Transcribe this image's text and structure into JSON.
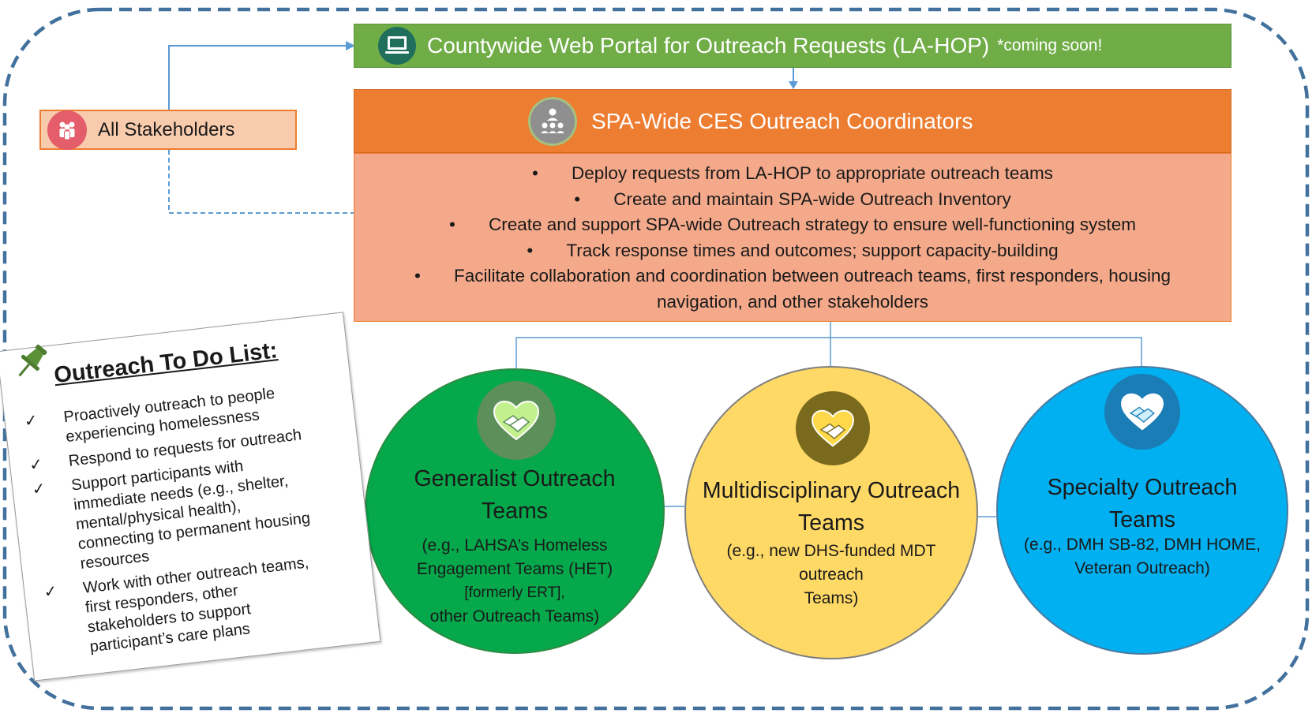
{
  "portal": {
    "title": "Countywide Web Portal for Outreach Requests (LA-HOP)",
    "note": "*coming soon!",
    "icon": "computer-icon",
    "color": "#70ad47"
  },
  "stakeholders": {
    "label": "All Stakeholders",
    "icon": "group-people-icon",
    "color": "#f8cbad"
  },
  "coordinators": {
    "title": "SPA-Wide CES Outreach Coordinators",
    "icon": "team-hierarchy-icon",
    "header_color": "#ed7d31",
    "body_color": "#f4a98a",
    "bullet": "•",
    "items": [
      "Deploy requests from LA-HOP to appropriate outreach teams",
      "Create and maintain SPA-wide Outreach Inventory",
      "Create and support SPA-wide Outreach strategy to ensure well-functioning system",
      "Track response times and outcomes; support capacity-building",
      "Facilitate collaboration and coordination between outreach teams, first responders, housing",
      "navigation, and other stakeholders"
    ]
  },
  "teams": [
    {
      "title_line1": "Generalist Outreach",
      "title_line2": "Teams",
      "desc_lines": [
        "(e.g., LAHSA’s Homeless",
        "Engagement Teams (HET)",
        "[formerly ERT],",
        "other Outreach Teams)"
      ],
      "color": "#05a84b",
      "icon": "handshake-heart-icon"
    },
    {
      "title_line1": "Multidisciplinary Outreach",
      "title_line2": "Teams",
      "desc_lines": [
        "(e.g., new DHS-funded MDT",
        "outreach",
        "Teams)"
      ],
      "color": "#ffd966",
      "icon": "handshake-heart-icon"
    },
    {
      "title_line1": "Specialty Outreach",
      "title_line2": "Teams",
      "desc_lines": [
        "(e.g., DMH SB-82, DMH HOME,",
        "Veteran Outreach)"
      ],
      "color": "#00b0f0",
      "icon": "handshake-heart-icon"
    }
  ],
  "todo": {
    "heading": "Outreach To Do List:",
    "icon": "pushpin-icon",
    "check": "✓",
    "items": [
      [
        "Proactively outreach to people",
        "experiencing homelessness"
      ],
      [
        "Respond to requests for outreach"
      ],
      [
        "Support participants with",
        "immediate needs (e.g., shelter,",
        "mental/physical health),",
        "connecting to permanent housing",
        "resources"
      ],
      [
        "Work with other outreach teams,",
        "first responders, other",
        "stakeholders to support",
        "participant’s care plans"
      ]
    ]
  }
}
